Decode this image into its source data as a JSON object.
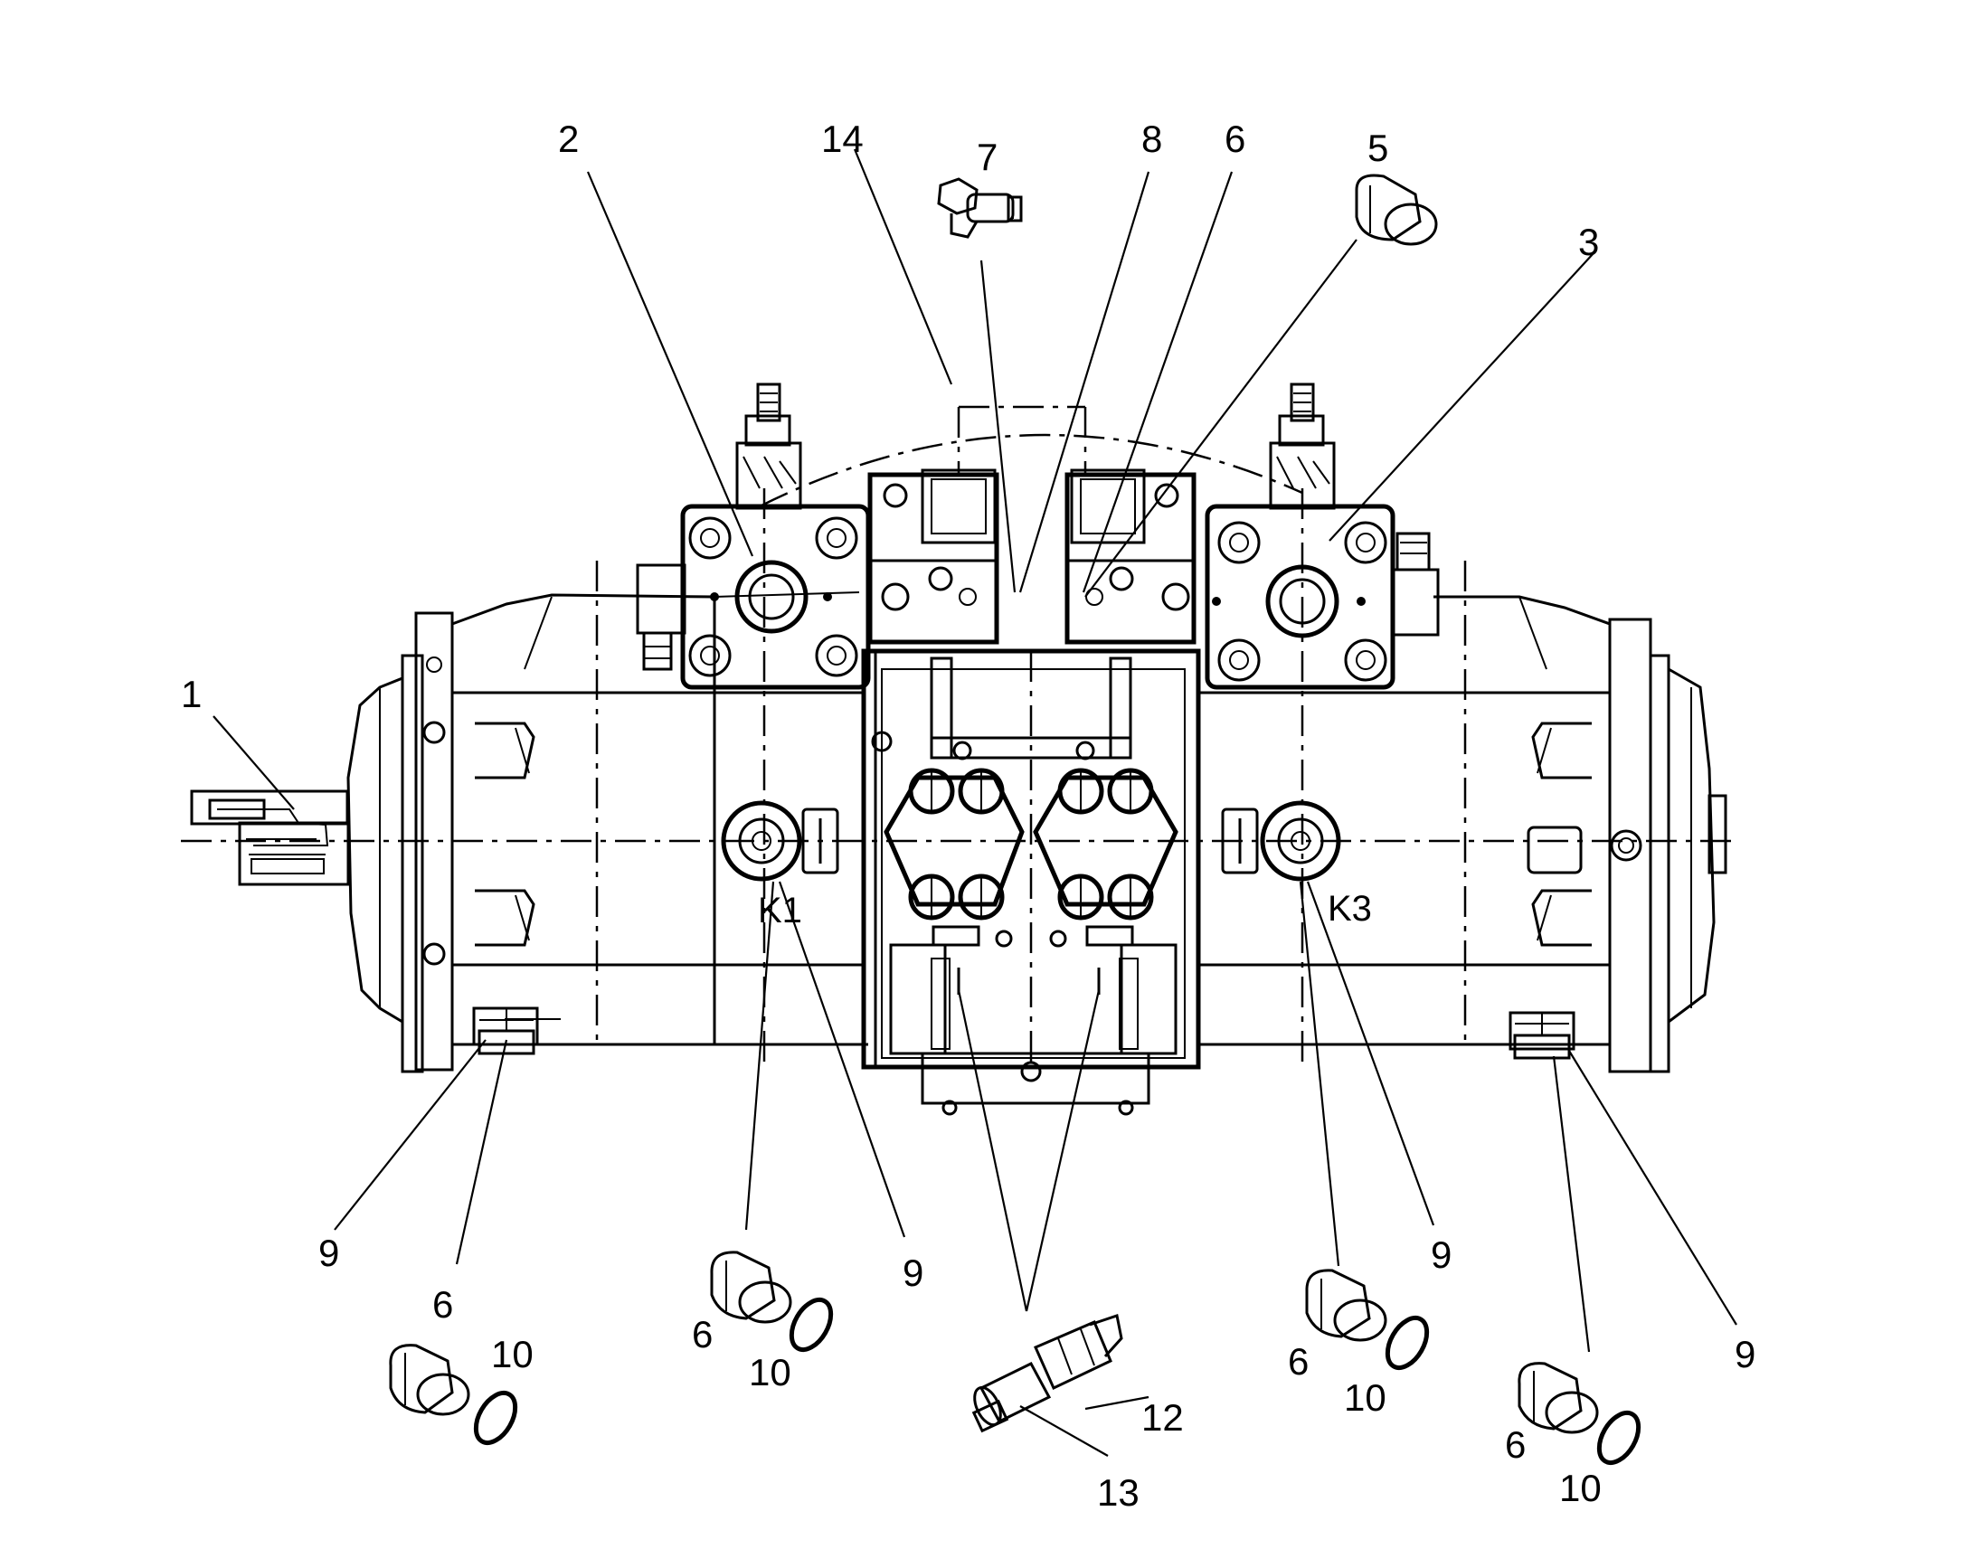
{
  "diagram": {
    "kind": "exploded parts diagram of double hydraulic pump",
    "callouts": [
      {
        "id": "c1",
        "label": "1"
      },
      {
        "id": "c2",
        "label": "2"
      },
      {
        "id": "c14",
        "label": "14"
      },
      {
        "id": "c7",
        "label": "7"
      },
      {
        "id": "c8",
        "label": "8"
      },
      {
        "id": "c6top",
        "label": "6"
      },
      {
        "id": "c5",
        "label": "5"
      },
      {
        "id": "c3",
        "label": "3"
      },
      {
        "id": "c9a",
        "label": "9"
      },
      {
        "id": "c6a",
        "label": "6"
      },
      {
        "id": "c10a",
        "label": "10"
      },
      {
        "id": "c6b",
        "label": "6"
      },
      {
        "id": "c9b",
        "label": "9"
      },
      {
        "id": "c10b",
        "label": "10"
      },
      {
        "id": "c12",
        "label": "12"
      },
      {
        "id": "c13",
        "label": "13"
      },
      {
        "id": "c6c",
        "label": "6"
      },
      {
        "id": "c9c",
        "label": "9"
      },
      {
        "id": "c10c",
        "label": "10"
      },
      {
        "id": "c6d",
        "label": "6"
      },
      {
        "id": "c10d",
        "label": "10"
      },
      {
        "id": "c9d",
        "label": "9"
      }
    ],
    "port_markings": [
      {
        "id": "k1",
        "label": "K1"
      },
      {
        "id": "k3",
        "label": "K3"
      }
    ]
  }
}
